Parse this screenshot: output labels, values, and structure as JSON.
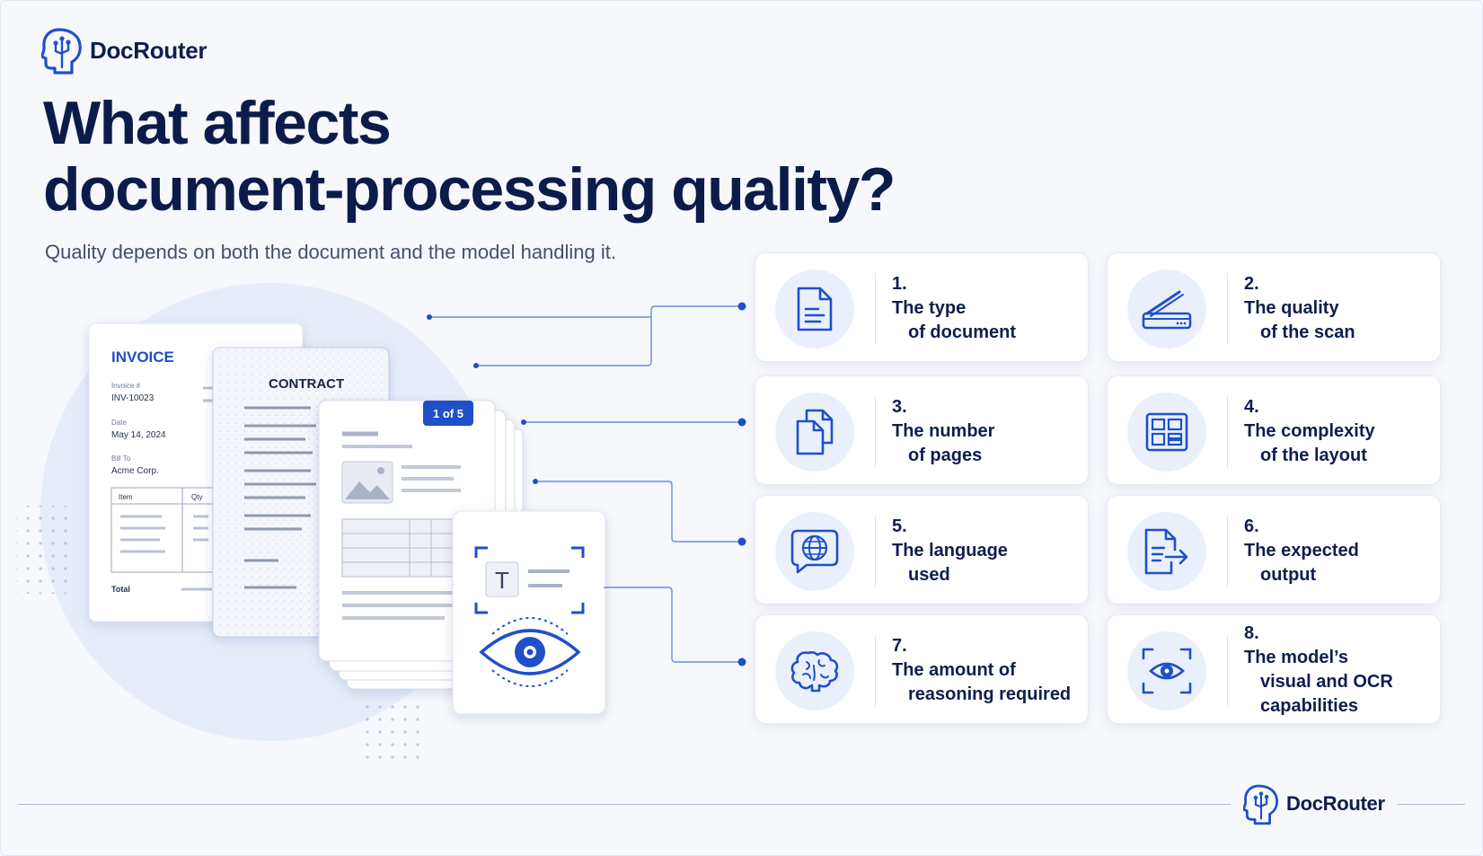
{
  "brand": {
    "name": "DocRouter",
    "logo_icon": "head-circuit-icon"
  },
  "headline": {
    "line1": "What affects",
    "line2": "document-processing quality?"
  },
  "subtitle": "Quality depends on both the document and the model handling it.",
  "illustration": {
    "invoice": {
      "title": "INVOICE",
      "invoice_label": "Invoice #",
      "invoice_value": "INV-10023",
      "date_label": "Date",
      "date_value": "May 14, 2024",
      "bill_label": "Bill To",
      "bill_value": "Acme Corp.",
      "col_item": "Item",
      "col_qty": "Qty",
      "total_label": "Total"
    },
    "contract": {
      "title": "CONTRACT"
    },
    "multipage": {
      "badge": "1 of 5"
    },
    "ocr": {
      "text_glyph": "T"
    }
  },
  "factors": [
    {
      "number": "1.",
      "line1": "The type",
      "line2": "of document",
      "icon": "document-icon"
    },
    {
      "number": "2.",
      "line1": "The quality",
      "line2": "of the scan",
      "icon": "scanner-icon"
    },
    {
      "number": "3.",
      "line1": "The number",
      "line2": "of pages",
      "icon": "pages-icon"
    },
    {
      "number": "4.",
      "line1": "The complexity",
      "line2": "of the layout",
      "icon": "layout-icon"
    },
    {
      "number": "5.",
      "line1": "The language",
      "line2": "used",
      "icon": "globe-chat-icon"
    },
    {
      "number": "6.",
      "line1": "The expected",
      "line2": "output",
      "icon": "document-export-icon"
    },
    {
      "number": "7.",
      "line1": "The amount of",
      "line2": "reasoning required",
      "icon": "brain-icon"
    },
    {
      "number": "8.",
      "line1": "The model’s",
      "line2": "visual and OCR",
      "line3": "capabilities",
      "icon": "eye-scan-icon"
    }
  ],
  "footer": {
    "brand_name": "DocRouter"
  },
  "colors": {
    "accent": "#1f4fc9",
    "navy": "#0e1f4d",
    "muted": "#44506a",
    "icon_bg": "#eaf0fb"
  }
}
